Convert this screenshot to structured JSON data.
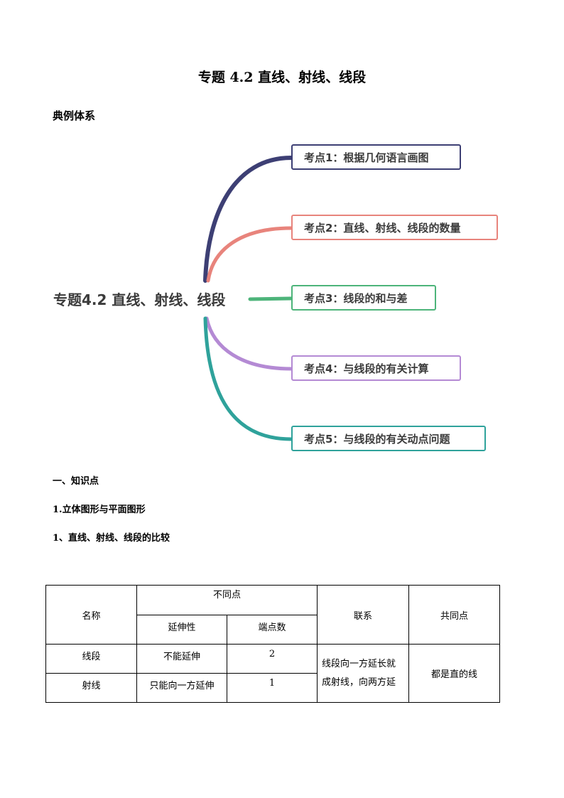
{
  "document": {
    "title": "专题 4.2  直线、射线、线段",
    "section_example": "典例体系"
  },
  "mindmap": {
    "root": "专题4.2 直线、射线、线段",
    "nodes": [
      {
        "label": "考点1：根据几何语言画图",
        "color": "#3d3f74"
      },
      {
        "label": "考点2：直线、射线、线段的数量",
        "color": "#e8847c"
      },
      {
        "label": "考点3：线段的和与差",
        "color": "#4db47a"
      },
      {
        "label": "考点4：与线段的有关计算",
        "color": "#b48ad4"
      },
      {
        "label": "考点5：与线段的有关动点问题",
        "color": "#2fa29b"
      }
    ]
  },
  "knowledge": {
    "heading": "一、知识点",
    "sub1": "1.立体图形与平面图形",
    "sub2": "1、直线、射线、线段的比较"
  },
  "table": {
    "header_name": "名称",
    "header_diff": "不同点",
    "header_extend": "延伸性",
    "header_endpoints": "端点数",
    "header_relation": "联系",
    "header_common": "共同点",
    "rows": [
      {
        "name": "线段",
        "extend": "不能延伸",
        "endpoints": "2"
      },
      {
        "name": "射线",
        "extend": "只能向一方延伸",
        "endpoints": "1"
      }
    ],
    "relation": "线段向一方延长就成射线，向两方延",
    "common": "都是直的线"
  }
}
